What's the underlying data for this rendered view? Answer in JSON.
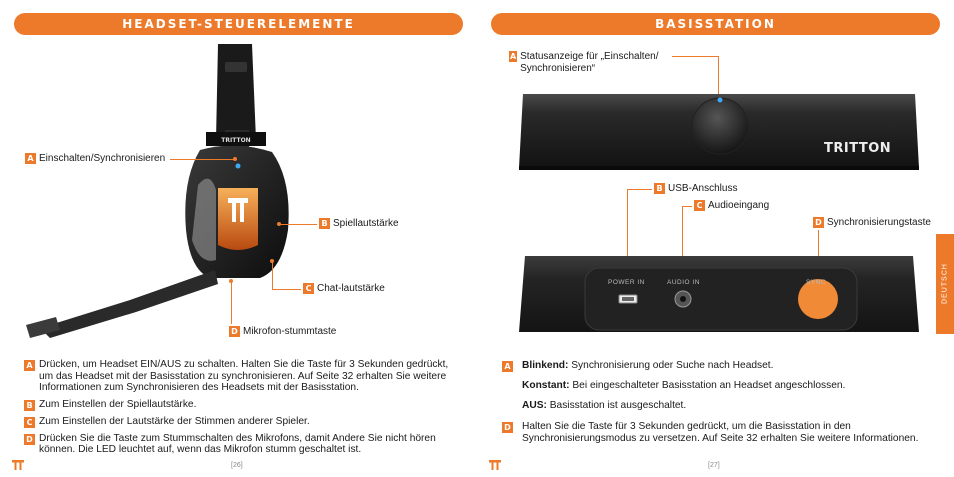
{
  "left": {
    "header": "Headset-Steuerelemente",
    "callouts": {
      "a": {
        "letter": "A",
        "label": "Einschalten/Synchronisieren"
      },
      "b": {
        "letter": "B",
        "label": "Spiellautstärke"
      },
      "c": {
        "letter": "C",
        "label": "Chat-lautstärke"
      },
      "d": {
        "letter": "D",
        "label": "Mikrofon-stummtaste"
      }
    },
    "headset_brand": "TRITTON",
    "descriptions": [
      {
        "letter": "A",
        "text": "Drücken, um Headset EIN/AUS zu schalten. Halten Sie die Taste für 3 Sekunden gedrückt, um das Headset mit der Basisstation zu synchronisieren. Auf Seite 32 erhalten Sie weitere Informationen zum Synchronisieren des Headsets mit der Basisstation."
      },
      {
        "letter": "B",
        "text": "Zum Einstellen der Spiellautstärke."
      },
      {
        "letter": "C",
        "text": "Zum Einstellen der Lautstärke der Stimmen anderer Spieler."
      },
      {
        "letter": "D",
        "text": "Drücken Sie die Taste zum Stummschalten des Mikrofons, damit Andere Sie nicht hören können. Die LED leuchtet auf, wenn das Mikrofon stumm geschaltet ist."
      }
    ],
    "page_number": "[26]"
  },
  "right": {
    "header": "Basisstation",
    "callouts": {
      "a": {
        "letter": "A",
        "label": "Statusanzeige für „Einschalten/ Synchronisieren“"
      },
      "b": {
        "letter": "B",
        "label": "USB-Anschluss"
      },
      "c": {
        "letter": "C",
        "label": "Audioeingang"
      },
      "d": {
        "letter": "D",
        "label": "Synchronisierungstaste"
      }
    },
    "station_brand": "TRITTON",
    "ports": {
      "power": "POWER IN",
      "audio": "AUDIO IN",
      "sync": "SYNC"
    },
    "descriptions": {
      "a_letter": "A",
      "blinkend_label": "Blinkend:",
      "blinkend_text": "Synchronisierung oder Suche nach Headset.",
      "konstant_label": "Konstant:",
      "konstant_text": "Bei eingeschalteter Basisstation an Headset angeschlossen.",
      "aus_label": "AUS:",
      "aus_text": "Basisstation ist ausgeschaltet.",
      "d_letter": "D",
      "d_text": "Halten Sie die Taste für 3 Sekunden gedrückt, um die Basisstation in den Synchronisierungsmodus zu versetzen. Auf Seite 32 erhalten Sie weitere Informationen."
    },
    "page_number": "[27]",
    "side_tab": "DEUTSCH"
  },
  "colors": {
    "accent": "#ec7a2a",
    "device_dark": "#1c1c1c"
  }
}
